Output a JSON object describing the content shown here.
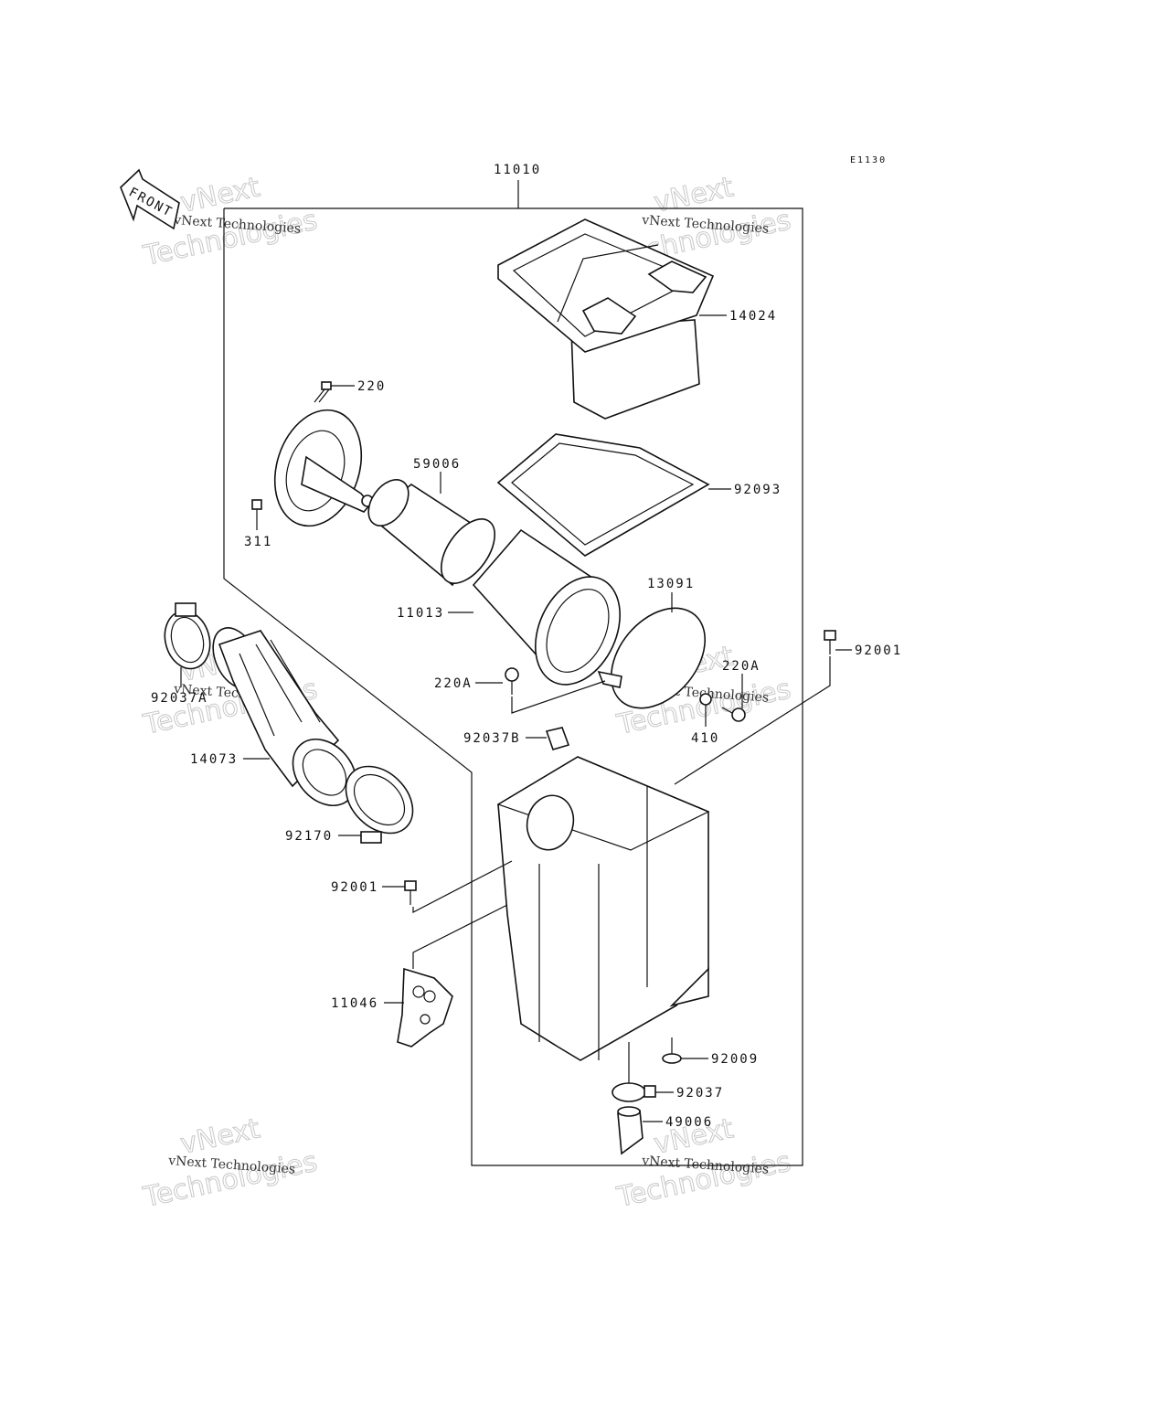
{
  "diagram_code": "E1130",
  "front_arrow_label": "FRONT",
  "watermark": {
    "brand_line": "vNext Technologies",
    "outline_top": "vNext",
    "outline_bottom": "Technologies"
  },
  "parts": {
    "p11010": "11010",
    "p14024": "14024",
    "p220": "220",
    "p59006": "59006",
    "p92093": "92093",
    "p311": "311",
    "p13091": "13091",
    "p11013": "11013",
    "p92001_top": "92001",
    "p220A_left": "220A",
    "p220A_right": "220A",
    "p92037A": "92037A",
    "p92037B": "92037B",
    "p410": "410",
    "p14073": "14073",
    "p92170": "92170",
    "p92001_mid": "92001",
    "p11046": "11046",
    "p92009": "92009",
    "p92037": "92037",
    "p49006": "49006"
  }
}
